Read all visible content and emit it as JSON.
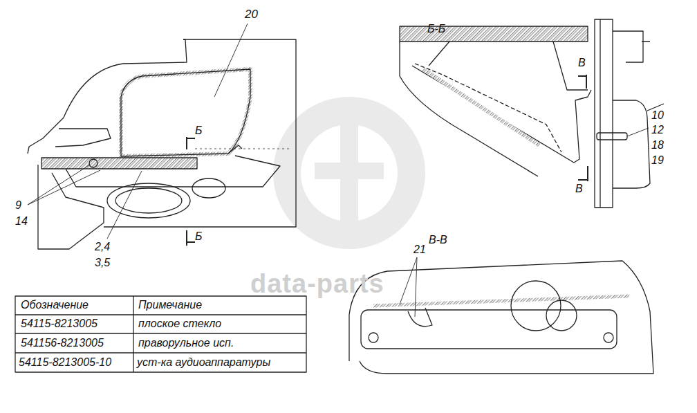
{
  "diagram": {
    "labels": [
      "20",
      "Б-Б",
      "В",
      "В",
      "Б",
      "Б",
      "10",
      "12",
      "18",
      "19",
      "9",
      "14",
      "2,4",
      "3,5",
      "В-В",
      "21",
      "Обозначение",
      "Примечание",
      "54115-8213005",
      "плоское стекло",
      "541156-8213005",
      "праворульное исп.",
      "54115-8213005-10",
      "уст-ка аудиоаппаратуры",
      "data-parts"
    ]
  }
}
